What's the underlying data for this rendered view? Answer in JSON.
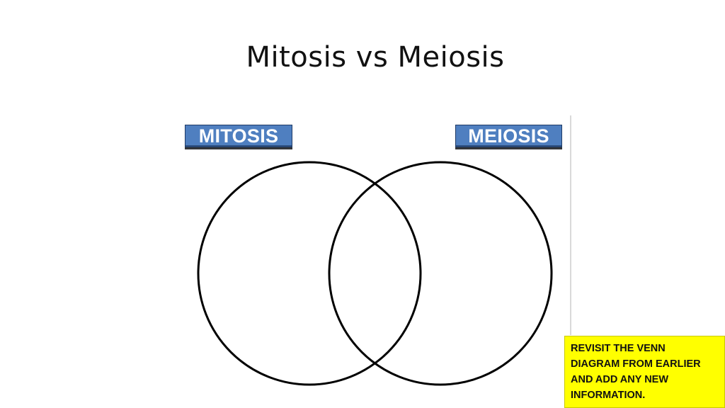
{
  "slide": {
    "title": "Mitosis vs Meiosis"
  },
  "venn": {
    "left_label": "MITOSIS",
    "right_label": "MEIOSIS",
    "stroke_color": "#000000",
    "label_color": "#4f7fc0"
  },
  "note": {
    "lines": [
      "REVISIT THE VENN",
      "DIAGRAM FROM EARLIER",
      "AND ADD ANY NEW",
      "INFORMATION."
    ],
    "background_color": "#ffff00"
  }
}
